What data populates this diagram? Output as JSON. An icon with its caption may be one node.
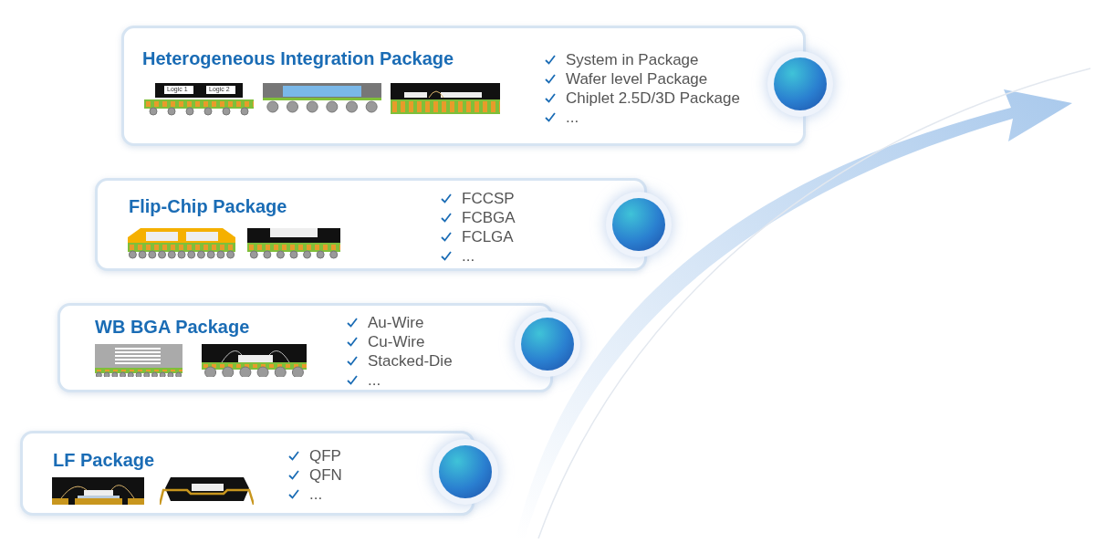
{
  "diagram": {
    "nodes": [
      {
        "text": [
          "Heterogeneous Integration Package",
          "System in Package",
          "Wafer level Package",
          "Chiplet 2.5D/3D Package",
          "..."
        ]
      },
      {
        "text": [
          "Flip-Chip Package",
          "FCCSP",
          "FCBGA",
          "FCLGA",
          "..."
        ]
      },
      {
        "text": [
          "WB BGA Package",
          "Au-Wire",
          "Cu-Wire",
          "Stacked-Die",
          "..."
        ]
      },
      {
        "text": [
          "LF Package",
          "QFP",
          "QFN",
          "..."
        ]
      }
    ],
    "labels": [
      "Logic 1",
      "Logic 2"
    ]
  }
}
